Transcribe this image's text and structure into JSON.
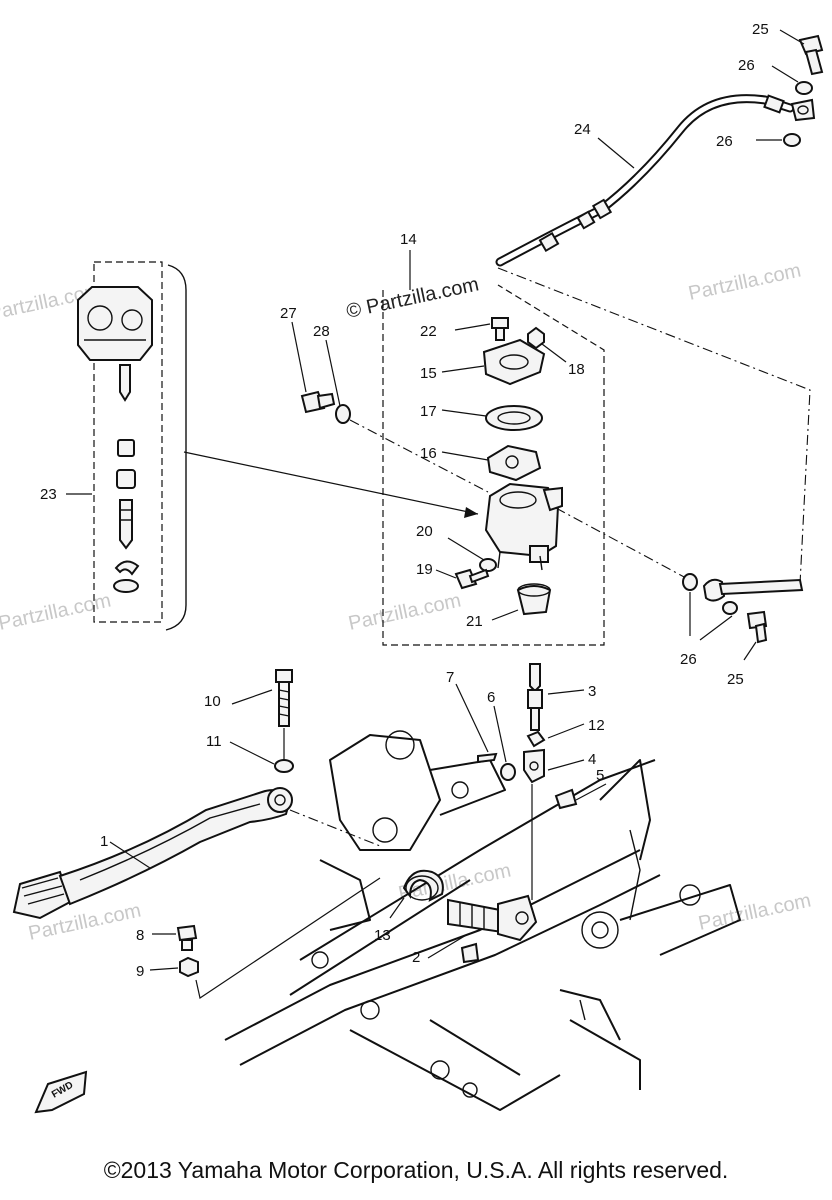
{
  "callouts": {
    "c1": "1",
    "c2": "2",
    "c3": "3",
    "c4": "4",
    "c5": "5",
    "c6": "6",
    "c7": "7",
    "c8": "8",
    "c9": "9",
    "c10": "10",
    "c11": "11",
    "c12": "12",
    "c13": "13",
    "c14": "14",
    "c15": "15",
    "c16": "16",
    "c17": "17",
    "c18": "18",
    "c19": "19",
    "c20": "20",
    "c21": "21",
    "c22": "22",
    "c23": "23",
    "c24": "24",
    "c25a": "25",
    "c25b": "25",
    "c26a": "26",
    "c26b": "26",
    "c26c": "26",
    "c27": "27",
    "c28": "28"
  },
  "watermark": {
    "text": "Partzilla.com",
    "center_text": "© Partzilla.com"
  },
  "fwd_label": "FWD",
  "copyright": "©2013  Yamaha Motor Corporation, U.S.A. All rights reserved."
}
